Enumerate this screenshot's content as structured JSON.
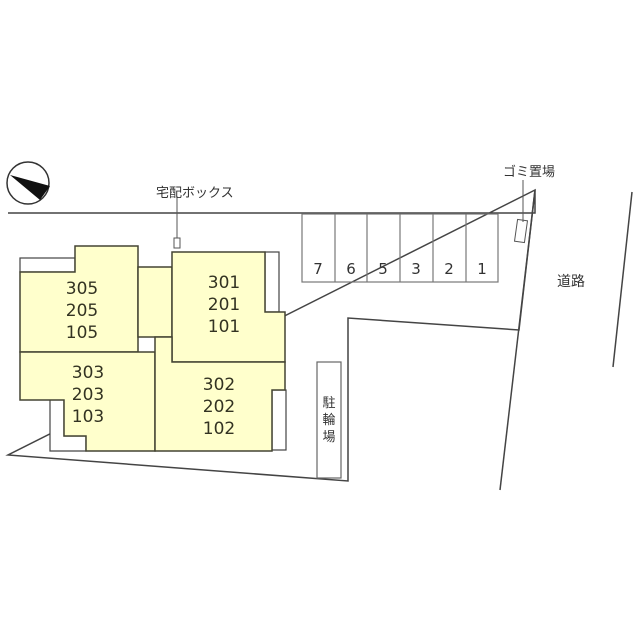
{
  "diagram": {
    "type": "site-plan",
    "compass": {
      "icon": "north-arrow-icon"
    },
    "labels": {
      "delivery_box": "宅配ボックス",
      "garbage_area": "ゴミ置場",
      "road": "道路",
      "bicycle_parking": [
        "駐",
        "輪",
        "場"
      ]
    },
    "buildings": [
      {
        "rooms": [
          "305",
          "205",
          "105"
        ]
      },
      {
        "rooms": [
          "301",
          "201",
          "101"
        ]
      },
      {
        "rooms": [
          "303",
          "203",
          "103"
        ]
      },
      {
        "rooms": [
          "302",
          "202",
          "102"
        ]
      }
    ],
    "parking_spaces": [
      "7",
      "6",
      "5",
      "3",
      "2",
      "1"
    ],
    "colors": {
      "building_fill": "#ffffcc",
      "building_stroke": "#444433",
      "line": "#444444"
    }
  }
}
